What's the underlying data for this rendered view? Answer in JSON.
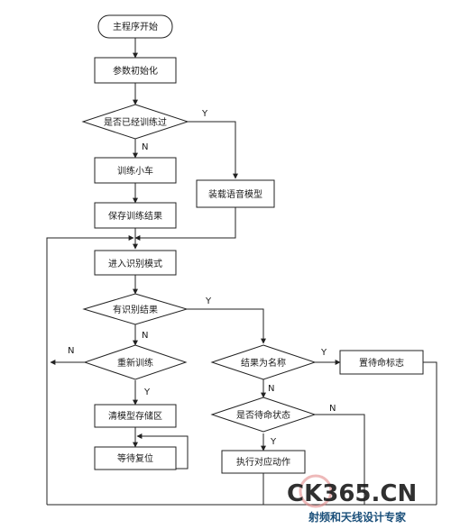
{
  "nodes": {
    "start": "主程序开始",
    "init": "参数初始化",
    "trained_q": "是否已经训练过",
    "train_car": "训练小车",
    "load_model": "装载语音模型",
    "save_result": "保存训练结果",
    "enter_recog": "进入识别模式",
    "has_result_q": "有识别结果",
    "retrain_q": "重新训练",
    "is_name_q": "结果为名称",
    "set_wait_flag": "置待命标志",
    "clear_store": "清模型存储区",
    "is_wait_q": "是否待命状态",
    "wait_reset": "等待复位",
    "do_action": "执行对应动作"
  },
  "labels": {
    "yes": "Y",
    "no": "N"
  },
  "watermark": {
    "logo": "CK365.CN",
    "tagline": "射频和天线设计专家"
  },
  "colors": {
    "stroke": "#222222",
    "logo_blue": "#1f6fb5",
    "logo_red": "#d8262c",
    "logo_green": "#3d9a3d",
    "tagline": "#1a4f7a"
  }
}
